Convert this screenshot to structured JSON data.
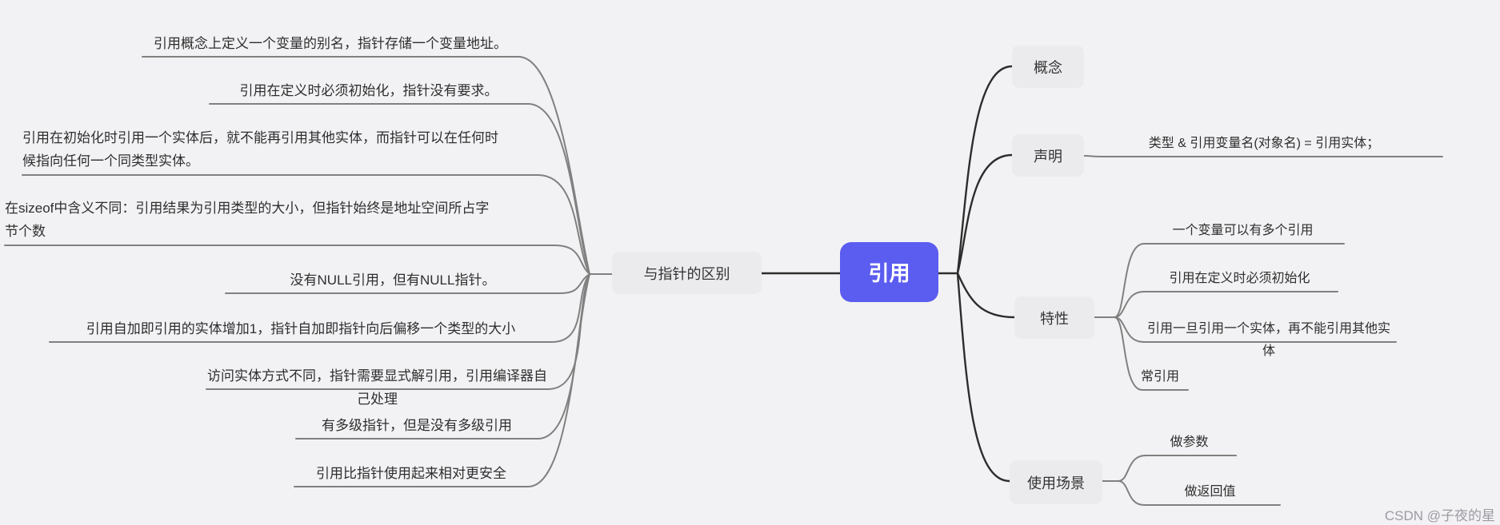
{
  "canvas": {
    "watermark": "CSDN @子夜的星"
  },
  "root": {
    "label": "引用"
  },
  "left": {
    "node": "与指针的区别",
    "items": [
      "引用概念上定义一个变量的别名，指针存储一个变量地址。",
      "引用在定义时必须初始化，指针没有要求。",
      "引用在初始化时引用一个实体后，就不能再引用其他实体，而指针可以在任何时\n候指向任何一个同类型实体。",
      "在sizeof中含义不同：引用结果为引用类型的大小，但指针始终是地址空间所占字\n节个数",
      "没有NULL引用，但有NULL指针。",
      "引用自加即引用的实体增加1，指针自加即指针向后偏移一个类型的大小",
      "访问实体方式不同，指针需要显式解引用，引用编译器自己处理",
      "有多级指针，但是没有多级引用",
      "引用比指针使用起来相对更安全"
    ]
  },
  "right": {
    "concept": {
      "node": "概念"
    },
    "declaration": {
      "node": "声明",
      "child": "类型 & 引用变量名(对象名) = 引用实体；"
    },
    "traits": {
      "node": "特性",
      "children": [
        "一个变量可以有多个引用",
        "引用在定义时必须初始化",
        "引用一旦引用一个实体，再不能引用其他实体",
        "常引用"
      ]
    },
    "usage": {
      "node": "使用场景",
      "children": [
        "做参数",
        "做返回值"
      ]
    }
  },
  "colors": {
    "root_bg": "#5b5cf0",
    "node_bg": "#ebebee",
    "main_line": "#2d2d2d",
    "sub_line": "#808080",
    "canvas_bg": "#f2f2f4"
  }
}
